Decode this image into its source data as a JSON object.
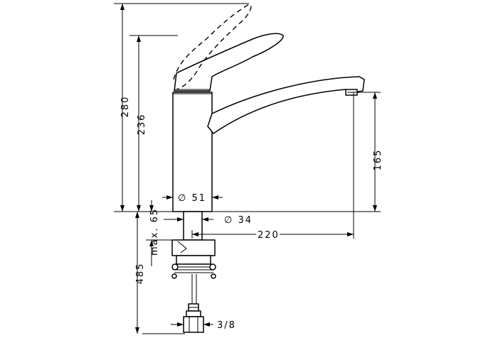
{
  "dimensions": {
    "total_height": "280",
    "spout_height_body": "236",
    "spout_outlet_height": "165",
    "body_diameter": "∅ 51",
    "shank_diameter": "∅ 34",
    "spout_reach": "220",
    "max_deck_thickness": "max. 65",
    "hose_length": "485",
    "connection_thread": "3/8"
  }
}
